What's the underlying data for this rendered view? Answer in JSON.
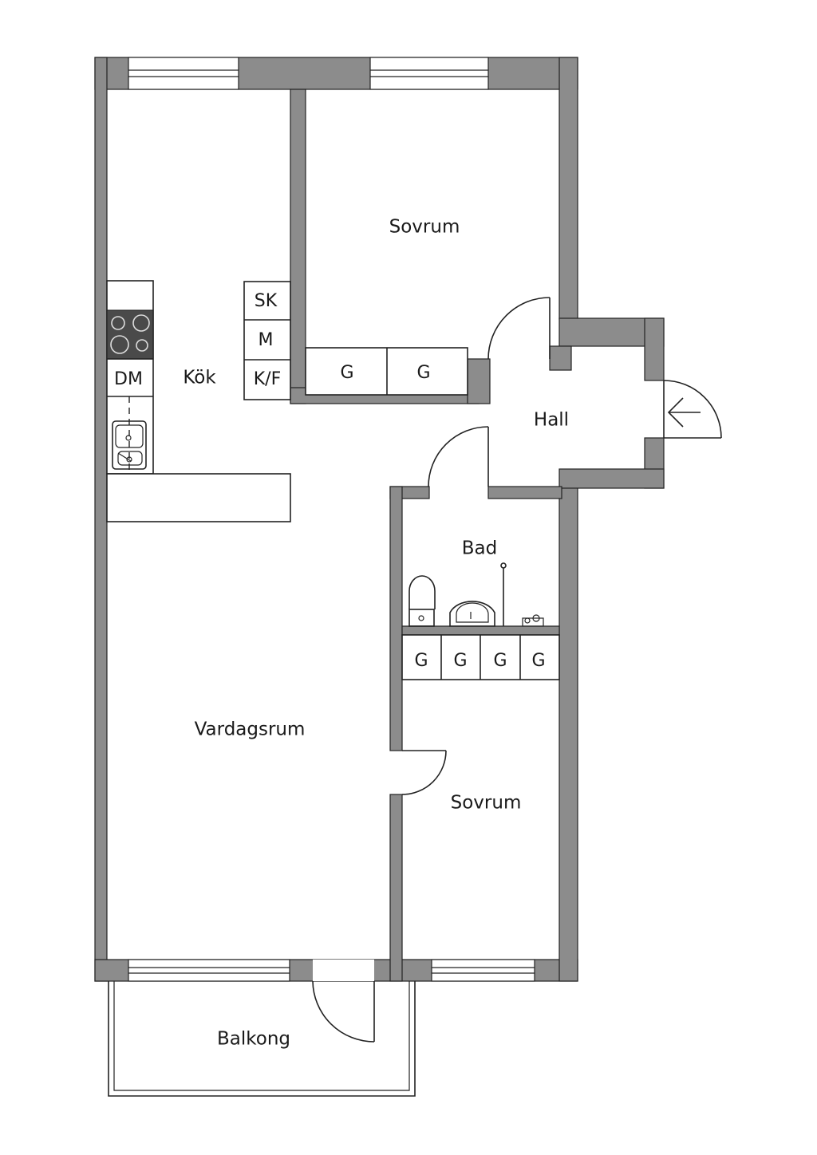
{
  "rooms": {
    "sovrum_top": "Sovrum",
    "kok": "Kök",
    "hall": "Hall",
    "bad": "Bad",
    "vardagsrum": "Vardagsrum",
    "sovrum_bottom": "Sovrum",
    "balkong": "Balkong"
  },
  "fixtures": {
    "sk": "SK",
    "m": "M",
    "kf": "K/F",
    "dm": "DM",
    "wardrobe": "G"
  },
  "colors": {
    "wall": "#8c8c8c",
    "line": "#222222",
    "stove": "#4a4a4a"
  }
}
